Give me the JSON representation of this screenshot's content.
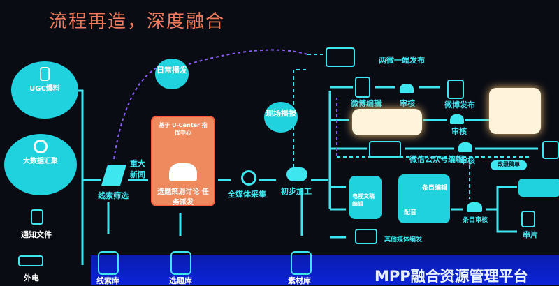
{
  "title": "流程再造，深度融合",
  "sources": {
    "ugc": "UGC爆料",
    "bigdata": "大数据汇聚",
    "notice": "通知文件",
    "wire": "外电"
  },
  "flow": {
    "screen": "线索筛选",
    "major": "重大新闻",
    "daily": "日常播发",
    "onsite": "现场播报",
    "ucenter_text": "基于 U-Center 指挥中心",
    "ucenter_task": "选题策划讨论 任务派发",
    "collect": "全媒体采集",
    "process": "初步加工"
  },
  "libraries": {
    "clue": "线索库",
    "topic": "选题库",
    "material": "素材库"
  },
  "publish": {
    "twoone": "两微一端发布",
    "weibo_edit": "微博编辑",
    "review": "审核",
    "weibo_pub": "微博发布",
    "wechat_edit": "微信公众号编辑",
    "tag": "改录稿单",
    "tv_edit": "电视文稿编辑",
    "item_edit": "条目编辑",
    "dub": "配音",
    "item_review": "条目审核",
    "splice": "串片",
    "other": "其他媒体编发"
  },
  "platform": "MPP融合资源管理平台"
}
